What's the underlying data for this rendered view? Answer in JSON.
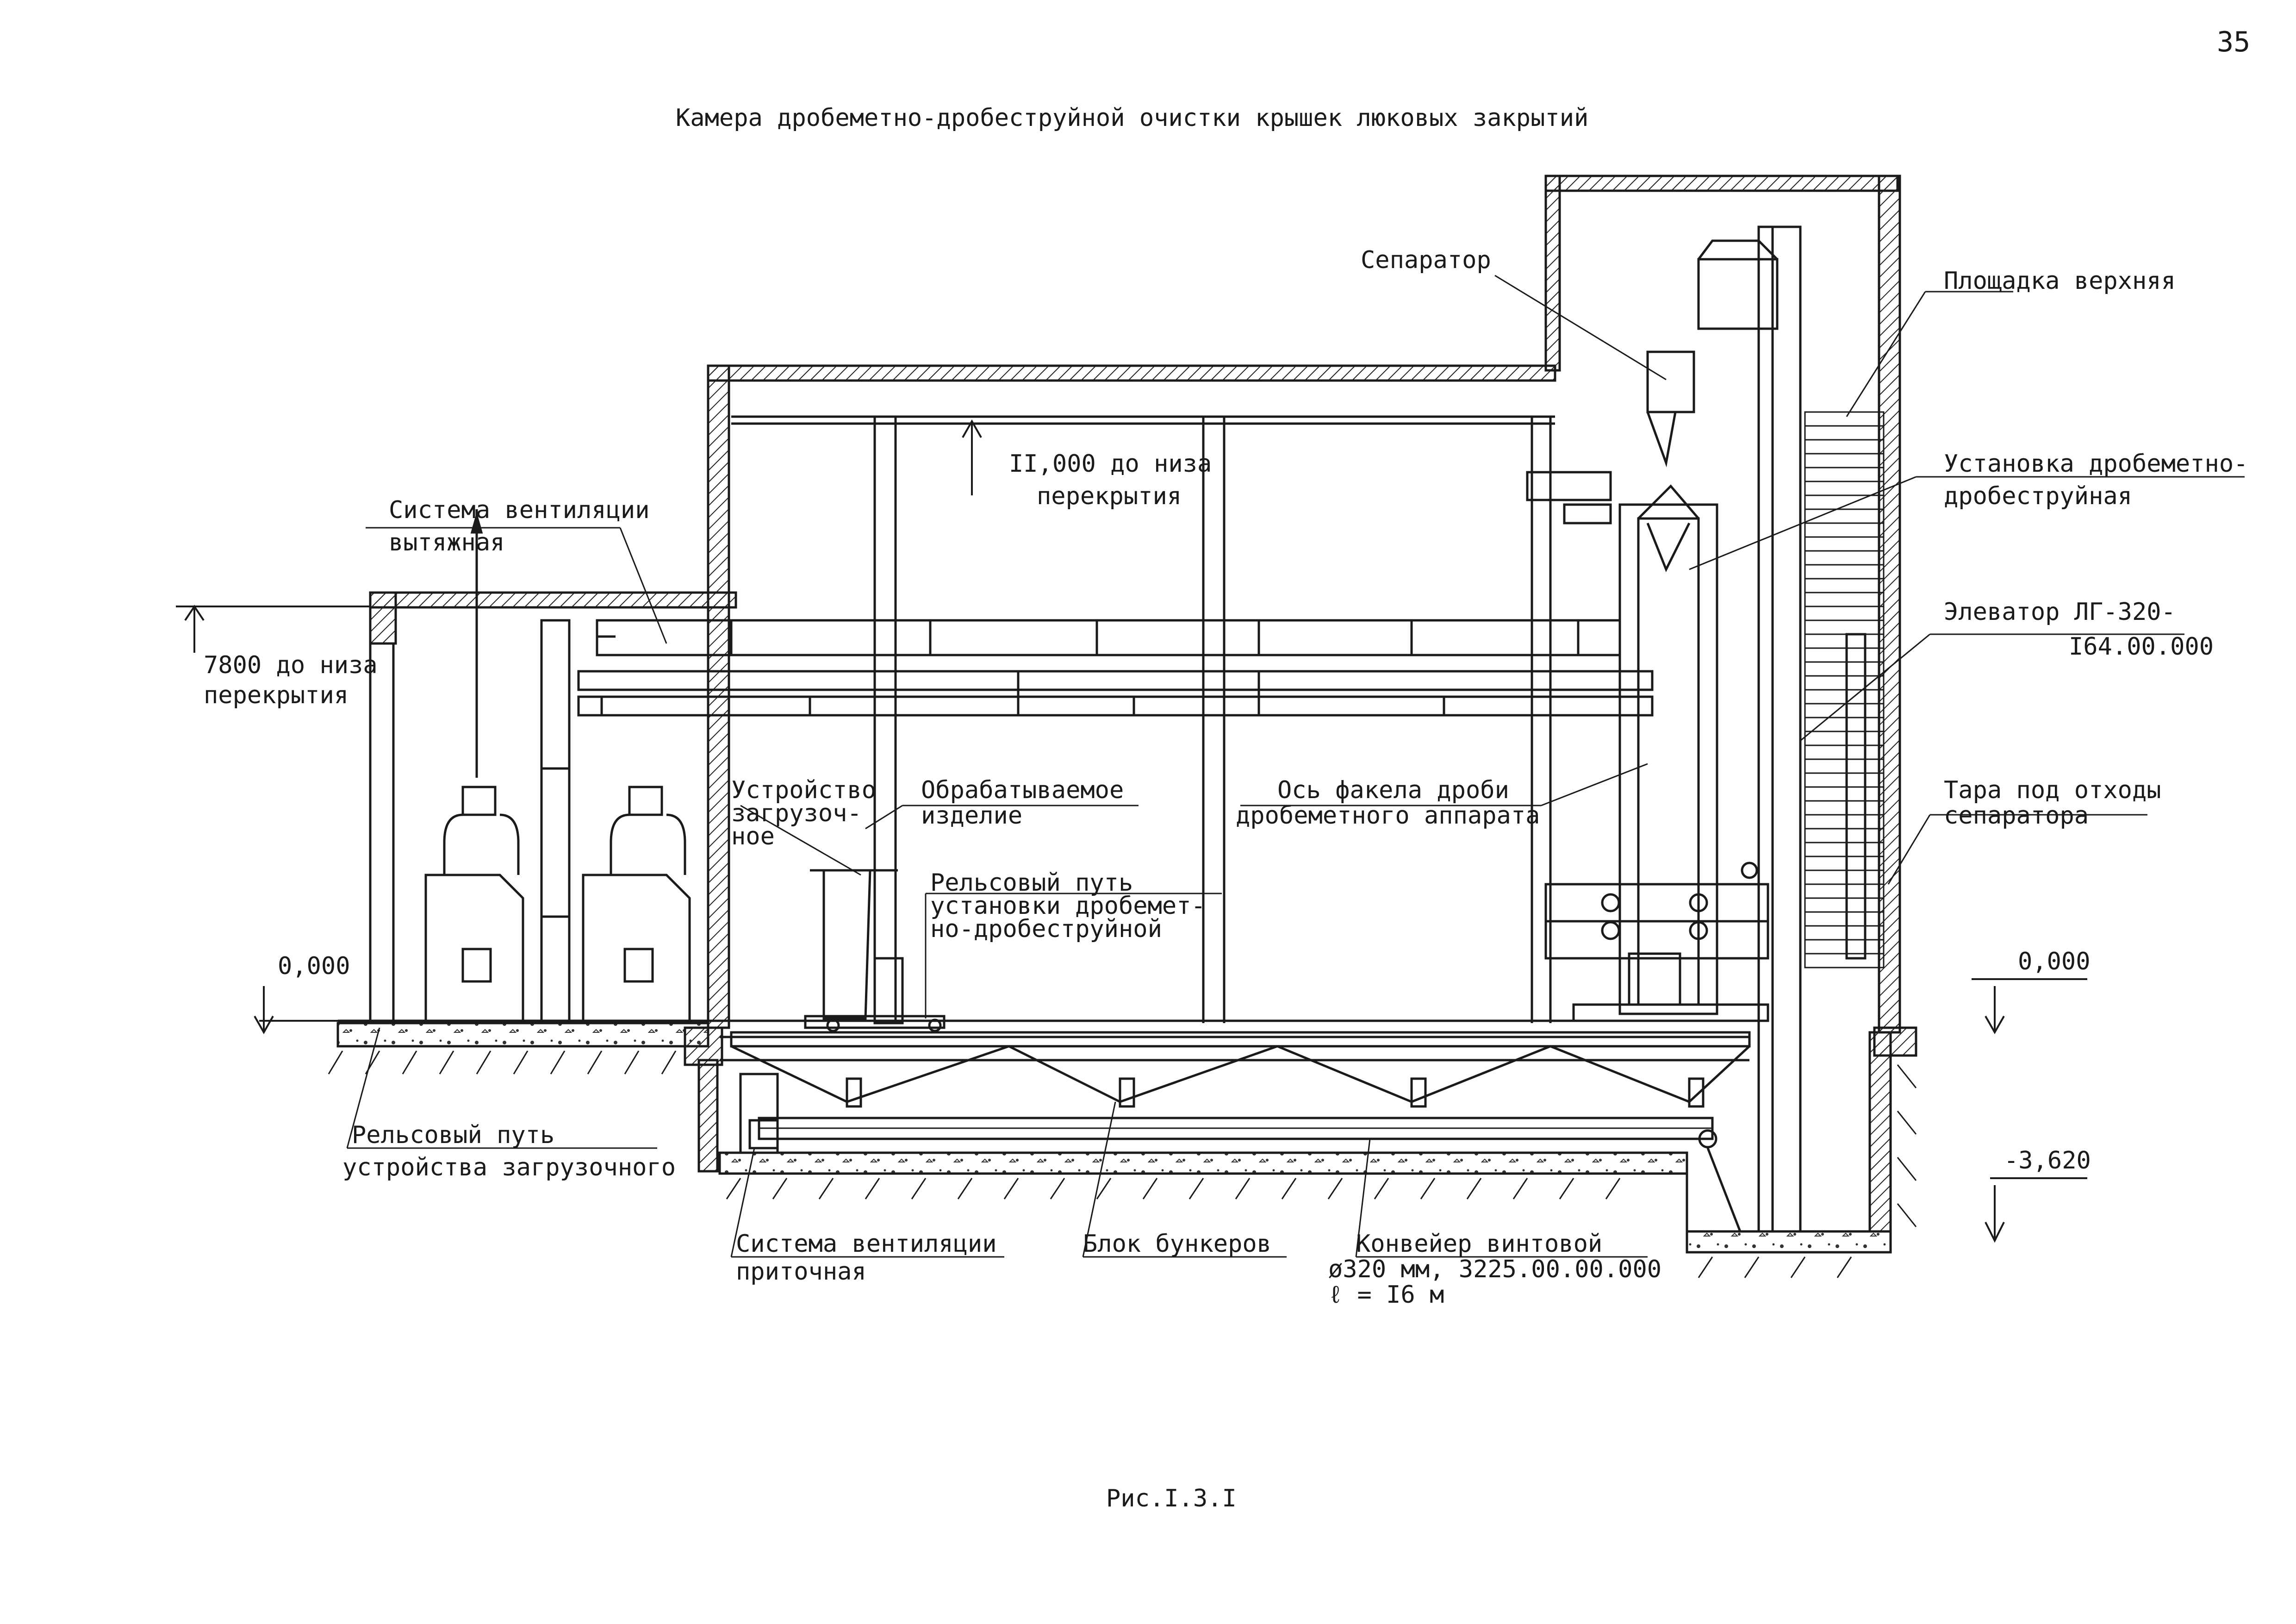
{
  "page": {
    "number": "35"
  },
  "title": "Камера дробеметно-дробеструйной очистки крышек люковых закрытий",
  "caption": "Рис.I.3.I",
  "labels": {
    "separator": "Сепаратор",
    "platform_top": "Площадка верхняя",
    "installation_l1": "Установка дробеметно-",
    "installation_l2": "дробеструйная",
    "elevator_l1": "Элеватор ЛГ-320-",
    "elevator_l2": "I64.00.000",
    "tara_l1": "Тара под отходы",
    "tara_l2": "сепаратора",
    "vent_exhaust_l1": "Система вентиляции",
    "vent_exhaust_l2": "вытяжная",
    "height_11000_l1": "II,000 до низа",
    "height_11000_l2": "перекрытия",
    "height_7800_l1": "7800 до низа",
    "height_7800_l2": "перекрытия",
    "loading_device_l1": "Устройство",
    "loading_device_l2": "загрузоч-",
    "loading_device_l3": "ное",
    "workpiece_l1": "Обрабатываемое",
    "workpiece_l2": "изделие",
    "shot_axis_l1": "Ось факела дроби",
    "shot_axis_l2": "дробеметного аппарата",
    "rail_install_l1": "Рельсовый путь",
    "rail_install_l2": "установки дробемет-",
    "rail_install_l3": "но-дробеструйной",
    "level_zero_left": "0,000",
    "level_zero_right": "0,000",
    "level_minus": "-3,620",
    "rail_loading_l1": "Рельсовый путь",
    "rail_loading_l2": "устройства загрузочного",
    "vent_supply_l1": "Система вентиляции",
    "vent_supply_l2": "приточная",
    "bunker_block": "Блок бункеров",
    "conveyor_l1": "Конвейер винтовой",
    "conveyor_l2": "ø320 мм, 3225.00.00.000",
    "conveyor_l3": "ℓ = I6 м"
  }
}
